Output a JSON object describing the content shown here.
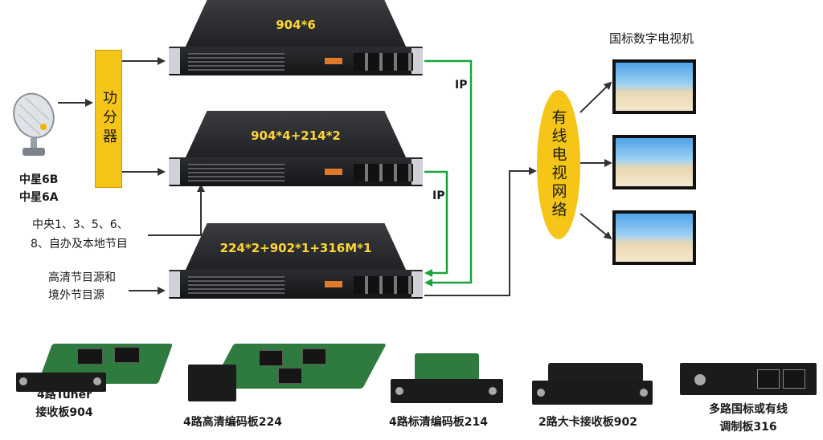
{
  "source": {
    "lines": [
      "中星6B",
      "中星6A"
    ],
    "icon": "satellite-dish-icon"
  },
  "splitter": {
    "label": "功分器",
    "color": "#f5c518"
  },
  "input_cctv": {
    "lines": [
      "中央1、3、5、6、",
      "8、自办及本地节目"
    ]
  },
  "input_hd": {
    "lines": [
      "高清节目源和",
      "境外节目源"
    ]
  },
  "units": [
    {
      "name": "904*6"
    },
    {
      "name": "904*4+214*2"
    },
    {
      "name": "224*2+902*1+316M*1"
    }
  ],
  "links": {
    "ip_label_1": "IP",
    "ip_label_2": "IP",
    "ip_color": "#1aa33a"
  },
  "network": {
    "label": "有线电视网络",
    "color": "#f5c518"
  },
  "tv_title": "国标数字电视机",
  "cards": [
    {
      "lines": [
        "4路Tuner",
        "接收板904"
      ]
    },
    {
      "lines": [
        "4路高清编码板224"
      ]
    },
    {
      "lines": [
        "4路标清编码板214"
      ]
    },
    {
      "lines": [
        "2路大卡接收板902"
      ]
    },
    {
      "lines": [
        "多路国标或有线",
        "调制板316"
      ]
    }
  ]
}
